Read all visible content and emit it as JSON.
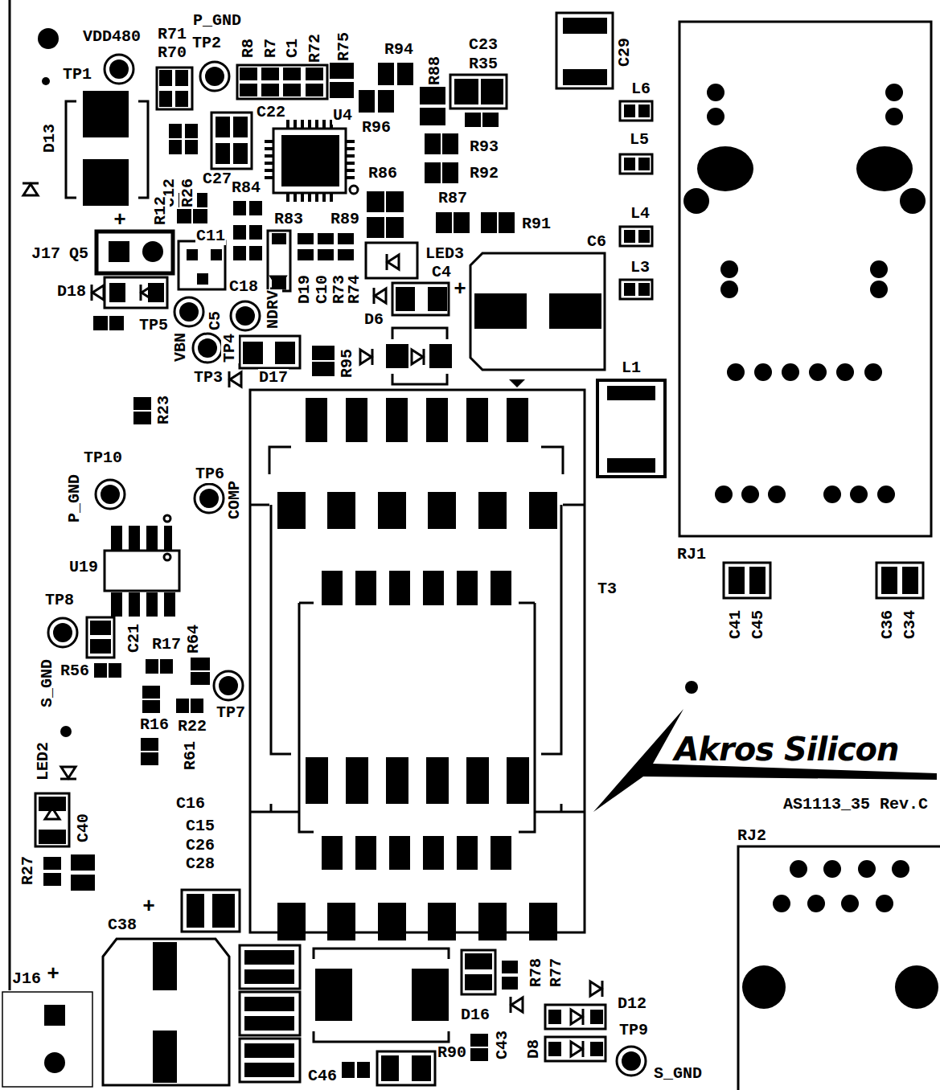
{
  "diagram": {
    "labels": [
      "VDD480",
      "R71",
      "P_GND",
      "R70",
      "TP2",
      "TP1",
      "R8",
      "R7",
      "C1",
      "R72",
      "R75",
      "R94",
      "R88",
      "C23",
      "R35",
      "C29",
      "L6",
      "D13",
      "C22",
      "U4",
      "R96",
      "R93",
      "L5",
      "R92",
      "C12",
      "R26",
      "C27",
      "R84",
      "R86",
      "R87",
      "R91",
      "L4",
      "R12",
      "R83",
      "R89",
      "J17",
      "Q5",
      "+",
      "C11",
      "LED3",
      "C6",
      "C4",
      "+",
      "L3",
      "D18",
      "C18",
      "D19",
      "C10",
      "R73",
      "R74",
      "NDRV",
      "C5",
      "TP5",
      "D6",
      "L1",
      "VBN",
      "TP4",
      "R95",
      "TP3",
      "D17",
      "R23",
      "TP10",
      "TP6",
      "COMP",
      "P_GND",
      "RJ1",
      "U19",
      "T3",
      "TP8",
      "C41",
      "C45",
      "C36",
      "C34",
      "C21",
      "R17",
      "R64",
      "R56",
      "S_GND",
      "TP7",
      "R16",
      "R22",
      "R61",
      "LED2",
      "Akros Silicon",
      "AS1113_35 Rev.C",
      "C16",
      "C40",
      "C15",
      "RJ2",
      "C26",
      "C28",
      "R27",
      "+",
      "C38",
      "J16",
      "+",
      "R78",
      "R77",
      "D12",
      "D16",
      "TP9",
      "C43",
      "D8",
      "R90",
      "S_GND",
      "C46"
    ]
  }
}
